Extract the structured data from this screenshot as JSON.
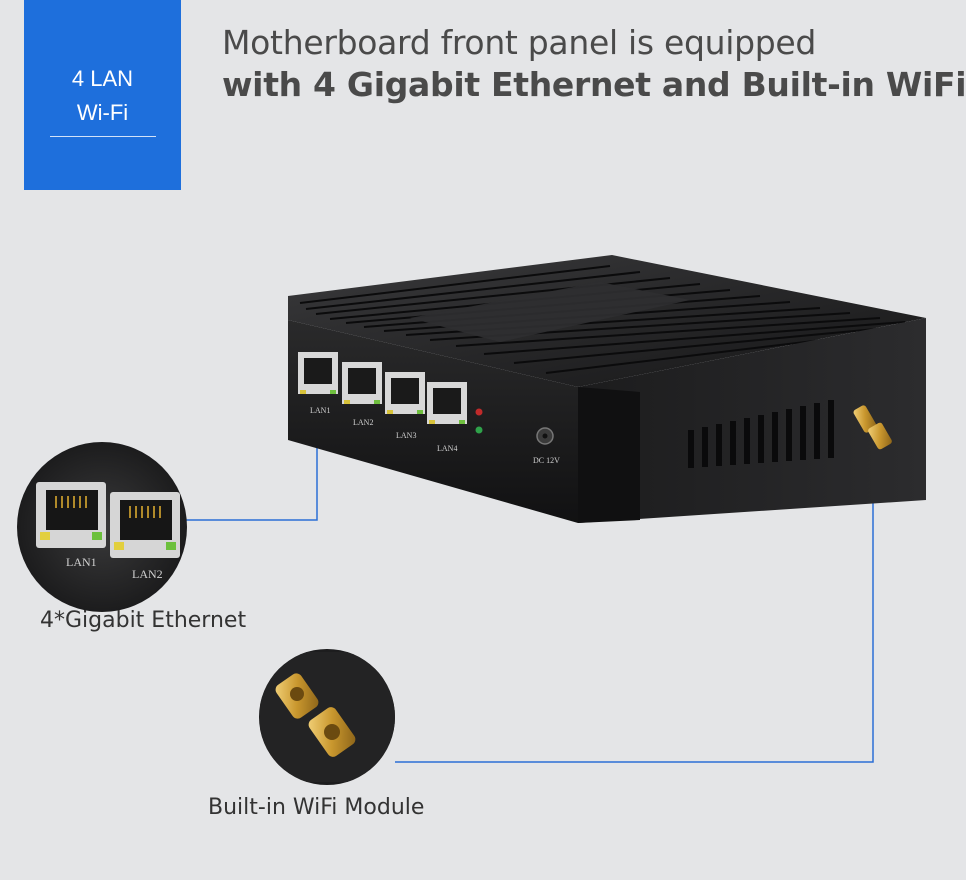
{
  "badge": {
    "line1": "4 LAN",
    "line2": "Wi-Fi"
  },
  "headline": {
    "line1": "Motherboard front panel is equipped",
    "line2": "with 4 Gigabit Ethernet and Built-in WiFi"
  },
  "device": {
    "ports": [
      "LAN1",
      "LAN2",
      "LAN3",
      "LAN4"
    ],
    "power_label": "DC 12V"
  },
  "callouts": {
    "ethernet": {
      "zoom_ports": [
        "LAN1",
        "LAN2"
      ],
      "label": "4*Gigabit Ethernet"
    },
    "wifi": {
      "label": "Built-in WiFi Module"
    }
  },
  "colors": {
    "background": "#e4e5e7",
    "badge": "#1e6fdc",
    "connector_line": "#2b6fd6",
    "device_body": "#1b1b1c"
  }
}
